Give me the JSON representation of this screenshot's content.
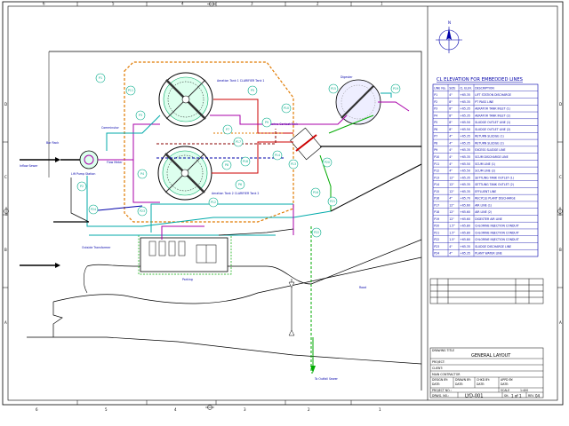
{
  "frame": {
    "col_labels": [
      "6",
      "5",
      "4",
      "3",
      "2",
      "1"
    ],
    "row_labels": [
      "D",
      "C",
      "B",
      "A"
    ]
  },
  "schedule": {
    "title": "CL ELEVATION FOR EMBEDDED LINES",
    "headers": [
      "LINE No.",
      "SIZE",
      "CL ELEV.",
      "DESCRIPTION"
    ],
    "rows": [
      [
        "P1",
        "4\"",
        "+65.35",
        "LIFT STATION DISCHARGE"
      ],
      [
        "P2",
        "8\"",
        "+65.35",
        "PT PASS LINE"
      ],
      [
        "P3",
        "8\"",
        "+65.35",
        "AERATOR TANK INLET (1)"
      ],
      [
        "P4",
        "8\"",
        "+65.35",
        "AERATOR TANK INLET (2)"
      ],
      [
        "P5",
        "8\"",
        "+65.50",
        "SLUDGE OUTLET LINE (1)"
      ],
      [
        "P6",
        "8\"",
        "+65.50",
        "SLUDGE OUTLET LINE (2)"
      ],
      [
        "P7",
        "4\"",
        "+65.35",
        "RETURN SLUDGE (1)"
      ],
      [
        "P8",
        "4\"",
        "+65.35",
        "RETURN SLUDGE (2)"
      ],
      [
        "P9",
        "4\"",
        "+65.35",
        "EXCESS SLUDGE LINE"
      ],
      [
        "P10",
        "4\"",
        "+65.35",
        "SCUM DISCHARGE LINE"
      ],
      [
        "P11",
        "4\"",
        "+65.50",
        "SCUM LINE (1)"
      ],
      [
        "P12",
        "4\"",
        "+65.50",
        "SCUM LINE (2)"
      ],
      [
        "P13",
        "12\"",
        "+65.35",
        "SETTLING TANK OUTLET (1)"
      ],
      [
        "P14",
        "12\"",
        "+65.35",
        "SETTLING TANK OUTLET (2)"
      ],
      [
        "P15",
        "12\"",
        "+65.35",
        "EFFLUENT LINE"
      ],
      [
        "P16",
        "4\"",
        "+65.70",
        "RECYCLE PLANT DISCHARGE"
      ],
      [
        "P17",
        "12\"",
        "+65.60",
        "AIR LINE (1)"
      ],
      [
        "P18",
        "12\"",
        "+65.60",
        "AIR LINE (2)"
      ],
      [
        "P19",
        "12\"",
        "+65.60",
        "DIGESTER AIR LINE"
      ],
      [
        "P20",
        "1.5\"",
        "+65.80",
        "CHLORINE INJECTION CONDUIT"
      ],
      [
        "P21",
        "1.5\"",
        "+65.80",
        "CHLORINE INJECTION CONDUIT"
      ],
      [
        "P22",
        "1.5\"",
        "+65.80",
        "CHLORINE INJECTION CONDUIT"
      ],
      [
        "P23",
        "4\"",
        "+65.35",
        "SLUDGE DISCHARGE LINE"
      ],
      [
        "P24",
        "4\"",
        "+65.35",
        "PLANT WATER LINE"
      ]
    ]
  },
  "title_block": {
    "drawing_title_label": "DRAWING TITLE",
    "drawing_title": "GENERAL LAYOUT",
    "project_label": "PROJECT:",
    "client_label": "CLIENT:",
    "contractor_label": "MAIN CONTRACTOR",
    "design_label": "DESIGN BY:",
    "drawn_label": "DRAWN BY:",
    "chkd_label": "CHKD BY:",
    "appd_label": "APPD BY:",
    "date_label": "DATE:",
    "project_no_label": "PROJECT NO.:",
    "scale_label": "SCALE",
    "scale_value": "1:400",
    "drwg_no_label": "DRWG. NO.:",
    "drwg_no": "LYD-001",
    "sheet_label": "SH.",
    "sheet_value": "1 of 1",
    "rev_label": "REV",
    "rev_value": "04"
  },
  "north_label": "N",
  "plan": {
    "labels": {
      "aeration1": "Aeration Tank 1 CLARIFIER Tank 1",
      "aeration2": "Aeration Tank 2 CLARIFIER Tank 2",
      "digester": "Digester",
      "chlorine": "Chlorine Contact Tank",
      "lift": "Lift Pump Station",
      "bar_rack": "Bar Rack",
      "comminutor": "Comminutor",
      "flow_meter": "Flow Meter",
      "transformer": "Outside Transformer",
      "to_outfall": "To Outfall Sewer",
      "parking": "Parking",
      "road": "Road",
      "inflow": "Inflow Sewer"
    },
    "bubbles": [
      "P1",
      "P2",
      "P3",
      "P4",
      "P5",
      "P6",
      "P7",
      "P8",
      "P9",
      "P10",
      "P11",
      "P12",
      "P13",
      "P14",
      "P15",
      "P16",
      "P17",
      "P18",
      "P19",
      "P20",
      "P21",
      "P22",
      "P23",
      "P24"
    ]
  }
}
